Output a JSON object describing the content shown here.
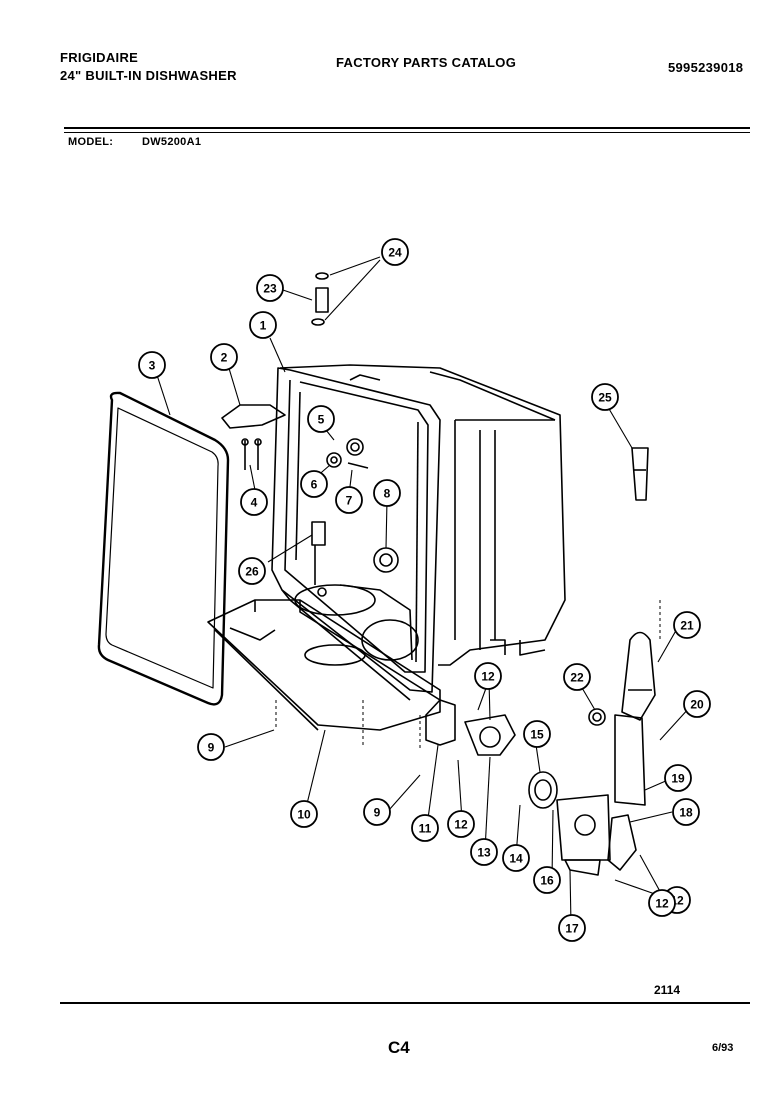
{
  "header": {
    "brand": "FRIGIDAIRE",
    "subtitle": "24\" BUILT-IN DISHWASHER",
    "catalog_title": "FACTORY PARTS CATALOG",
    "part_number": "5995239018",
    "model_label": "MODEL:",
    "model_value": "DW5200A1"
  },
  "callouts": [
    "1",
    "2",
    "3",
    "4",
    "5",
    "6",
    "7",
    "8",
    "9",
    "9",
    "10",
    "11",
    "12",
    "12",
    "12",
    "12",
    "13",
    "14",
    "15",
    "16",
    "17",
    "18",
    "19",
    "20",
    "21",
    "22",
    "23",
    "24",
    "25",
    "26"
  ],
  "footer": {
    "diagram_number": "2114",
    "page_code": "C4",
    "date": "6/93"
  }
}
